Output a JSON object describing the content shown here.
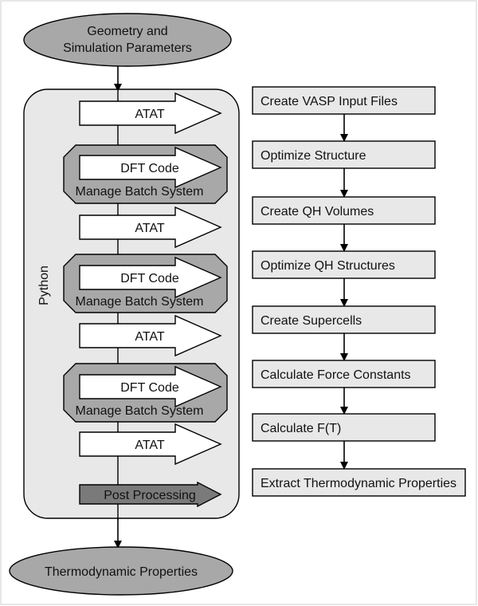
{
  "colors": {
    "light_fill": "#e8e8e8",
    "mid_fill": "#a8a8a8",
    "dark_fill": "#7a7a7a",
    "line": "#000000",
    "white": "#ffffff"
  },
  "start": {
    "line1": "Geometry and",
    "line2": "Simulation Parameters"
  },
  "container_label": "Python",
  "atat_label": "ATAT",
  "dft_label": "DFT Code",
  "batch_label": "Manage Batch System",
  "post_label": "Post Processing",
  "end_label": "Thermodynamic Properties",
  "steps": [
    "Create VASP Input Files",
    "Optimize Structure",
    "Create QH Volumes",
    "Optimize QH Structures",
    "Create Supercells",
    "Calculate Force Constants",
    "Calculate F(T)",
    "Extract Thermodynamic Properties"
  ]
}
